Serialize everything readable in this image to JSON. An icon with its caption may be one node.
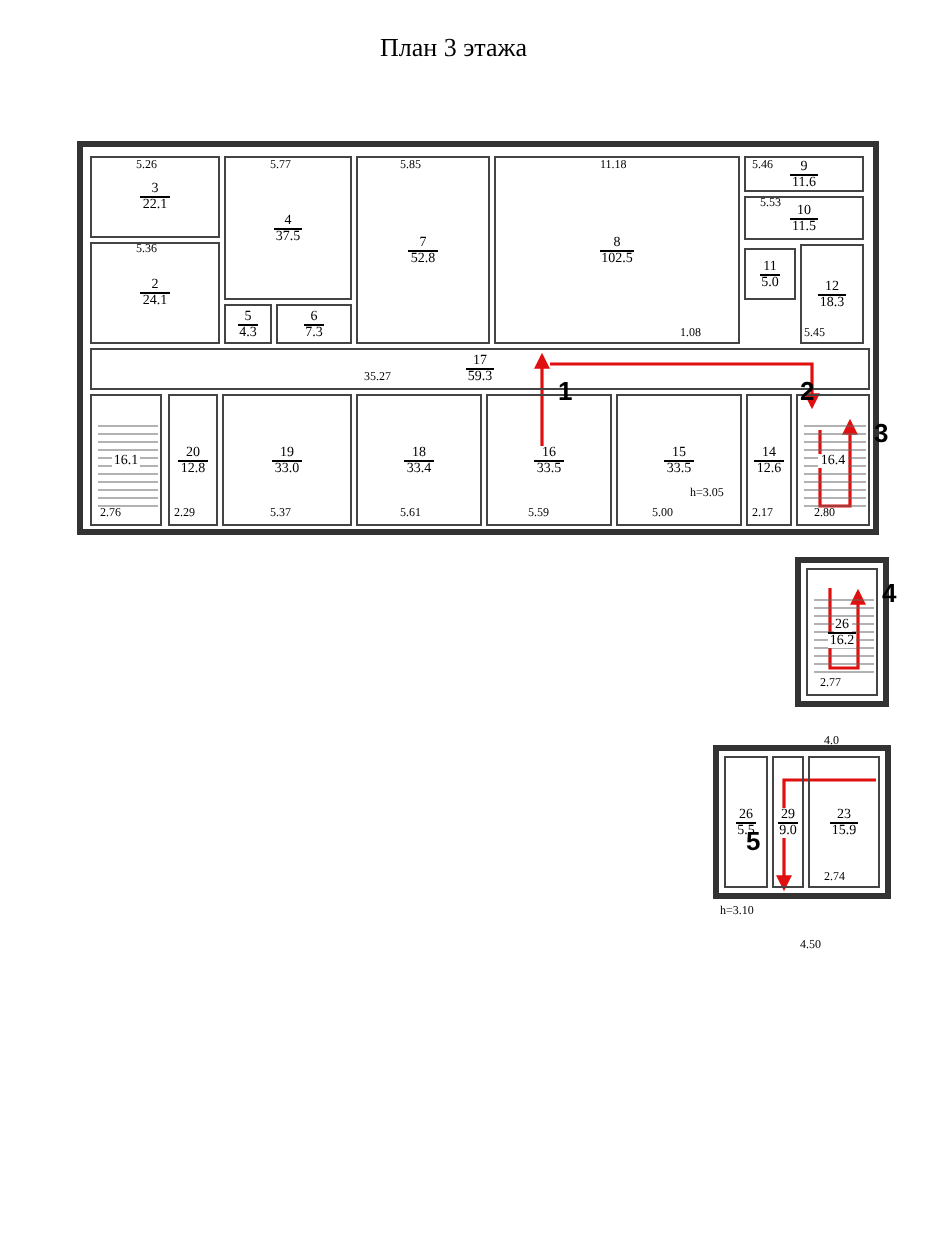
{
  "diagram": {
    "title": "План 3 этажа",
    "nodes": [
      {
        "text": [
          "3",
          "22.1"
        ]
      },
      {
        "text": [
          "2",
          "24.1"
        ]
      },
      {
        "text": [
          "4",
          "37.5"
        ]
      },
      {
        "text": [
          "5",
          "4.3"
        ]
      },
      {
        "text": [
          "6",
          "7.3"
        ]
      },
      {
        "text": [
          "7",
          "52.8"
        ]
      },
      {
        "text": [
          "8",
          "102.5"
        ]
      },
      {
        "text": [
          "9",
          "11.6"
        ]
      },
      {
        "text": [
          "10",
          "11.5"
        ]
      },
      {
        "text": [
          "11",
          "5.0"
        ]
      },
      {
        "text": [
          "12",
          "18.3"
        ]
      },
      {
        "text": [
          "17",
          "59.3"
        ]
      },
      {
        "text": [
          "16.1"
        ]
      },
      {
        "text": [
          "20",
          "12.8"
        ]
      },
      {
        "text": [
          "19",
          "33.0"
        ]
      },
      {
        "text": [
          "18",
          "33.4"
        ]
      },
      {
        "text": [
          "16",
          "33.5"
        ]
      },
      {
        "text": [
          "15",
          "33.5"
        ]
      },
      {
        "text": [
          "14",
          "12.6"
        ]
      },
      {
        "text": [
          "16.4"
        ]
      },
      {
        "text": [
          "26",
          "16.2"
        ]
      },
      {
        "text": [
          "26",
          "5.5"
        ]
      },
      {
        "text": [
          "29",
          "9.0"
        ]
      },
      {
        "text": [
          "23",
          "15.9"
        ]
      }
    ],
    "edges": [
      {
        "from": 16,
        "to": 11,
        "arrow": "to"
      },
      {
        "from": 11,
        "to": 19,
        "arrow": "to"
      },
      {
        "from": null,
        "to": 19,
        "arrow": "to"
      },
      {
        "from": null,
        "to": 20,
        "arrow": "to"
      },
      {
        "from": 23,
        "to": 22,
        "arrow": "to"
      }
    ],
    "labels": [
      "5.26",
      "5.77",
      "5.85",
      "11.18",
      "5.46",
      "5.53",
      "5.36",
      "35.27",
      "1.08",
      "5.45",
      "2.76",
      "2.29",
      "5.37",
      "5.61",
      "5.59",
      "5.00",
      "2.17",
      "2.80",
      "h=3.05",
      "2.77",
      "4.0",
      "2.74",
      "h=3.10",
      "4.50",
      "1",
      "2",
      "3",
      "4",
      "5"
    ]
  }
}
